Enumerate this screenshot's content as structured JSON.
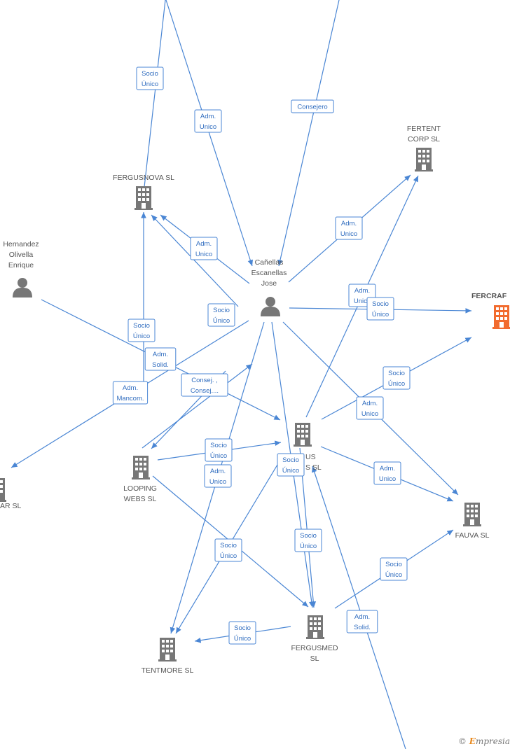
{
  "colors": {
    "edge": "#4a86d4",
    "node": "#777777",
    "highlight": "#f26b2e"
  },
  "nodes": [
    {
      "id": "fergusnova",
      "type": "company",
      "lines": [
        "FERGUSNOVA SL"
      ]
    },
    {
      "id": "fertent",
      "type": "company",
      "lines": [
        "FERTENT",
        "CORP  SL"
      ]
    },
    {
      "id": "hernandez",
      "type": "person",
      "lines": [
        "Hernandez",
        "Olivella",
        "Enrique"
      ]
    },
    {
      "id": "canellas",
      "type": "person",
      "lines": [
        "Cañellas",
        "Escanellas",
        "Jose"
      ]
    },
    {
      "id": "fercraf",
      "type": "company",
      "highlight": true,
      "lines": [
        "FERCRAF"
      ]
    },
    {
      "id": "fergus_center",
      "type": "company",
      "lines": [
        "US",
        "S SL"
      ]
    },
    {
      "id": "looping",
      "type": "company",
      "lines": [
        "LOOPING",
        "WEBS SL"
      ]
    },
    {
      "id": "ar_sl",
      "type": "company",
      "lines": [
        "AR  SL"
      ]
    },
    {
      "id": "fauva",
      "type": "company",
      "lines": [
        "FAUVA  SL"
      ]
    },
    {
      "id": "fergusmed",
      "type": "company",
      "lines": [
        "FERGUSMED",
        "SL"
      ]
    },
    {
      "id": "tentmore",
      "type": "company",
      "lines": [
        "TENTMORE  SL"
      ]
    }
  ],
  "edge_labels": [
    {
      "lines": [
        "Socio",
        "Único"
      ]
    },
    {
      "lines": [
        "Adm.",
        "Unico"
      ]
    },
    {
      "lines": [
        "Consejero"
      ]
    },
    {
      "lines": [
        "Adm.",
        "Unico"
      ]
    },
    {
      "lines": [
        "Adm.",
        "Unico"
      ]
    },
    {
      "lines": [
        "Socio",
        "Único"
      ]
    },
    {
      "lines": [
        "Adm.",
        "Unico"
      ]
    },
    {
      "lines": [
        "Socio",
        "Único"
      ]
    },
    {
      "lines": [
        "Socio",
        "Único"
      ]
    },
    {
      "lines": [
        "Adm.",
        "Solid."
      ]
    },
    {
      "lines": [
        "Consej. ,",
        "Consej...."
      ]
    },
    {
      "lines": [
        "Adm.",
        "Mancom."
      ]
    },
    {
      "lines": [
        "Socio",
        "Único"
      ]
    },
    {
      "lines": [
        "Adm.",
        "Unico"
      ]
    },
    {
      "lines": [
        "Socio",
        "Único"
      ]
    },
    {
      "lines": [
        "Adm.",
        "Unico"
      ]
    },
    {
      "lines": [
        "Adm.",
        "Unico"
      ]
    },
    {
      "lines": [
        "Socio",
        "Único"
      ]
    },
    {
      "lines": [
        "Socio",
        "Único"
      ]
    },
    {
      "lines": [
        "Socio",
        "Único"
      ]
    },
    {
      "lines": [
        "Socio",
        "Único"
      ]
    },
    {
      "lines": [
        "Adm.",
        "Solid."
      ]
    },
    {
      "lines": [
        "Socio",
        "Único"
      ]
    }
  ],
  "footer": {
    "copyright": "©",
    "brand_initial": "E",
    "brand_rest": "mpresia"
  }
}
